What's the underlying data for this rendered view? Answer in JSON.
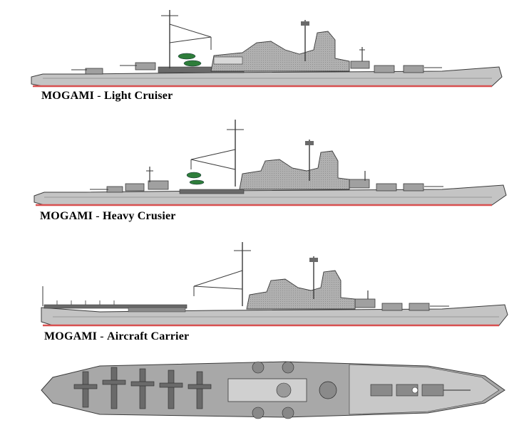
{
  "profiles": [
    {
      "name": "MOGAMI",
      "sep": " - ",
      "type": "Light Cruiser"
    },
    {
      "name": "MOGAMI",
      "sep": " - ",
      "type": "Heavy Crusier"
    },
    {
      "name": "MOGAMI",
      "sep": " - ",
      "type": "Aircraft Carrier"
    }
  ],
  "colors": {
    "hull": "#c4c4c4",
    "hull_dark": "#8a8a8a",
    "outline": "#3a3a3a",
    "waterline": "#d85050",
    "aircraft": "#2e7d3a",
    "deck_dark": "#6a6a6a",
    "topview_deck": "#a8a8a8"
  }
}
